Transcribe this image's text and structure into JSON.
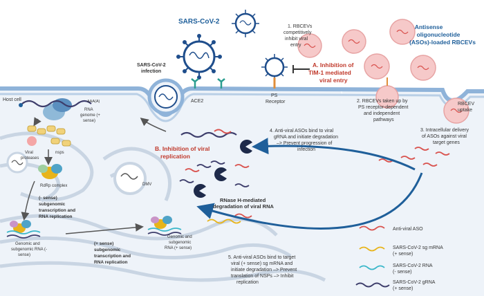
{
  "labels": {
    "virus": "SARS-CoV-2",
    "infection_1": "SARS-CoV-2",
    "infection_2": "infection",
    "ace2": "ACE2",
    "host_cell": "Host cell",
    "ps_receptor_1": "PS",
    "ps_receptor_2": "Receptor",
    "rbcev_uptake_1": "RBCEV",
    "rbcev_uptake_2": "uptake",
    "aso_title_1": "Antisense",
    "aso_title_2": "oligonucleotide",
    "aso_title_3": "(ASOs)-loaded RBCEVs",
    "step1_1": "1. RBCEVs",
    "step1_2": "competitively",
    "step1_3": "inhibit viral",
    "step1_4": "entry",
    "inhibA_1": "A. Inhibition of",
    "inhibA_2": "TIM-1 mediated",
    "inhibA_3": "viral entry",
    "step2_1": "2. RBCEVs taken up by",
    "step2_2": "PS receptor-dependent",
    "step2_3": "and independent",
    "step2_4": "pathways",
    "step3_1": "3. Intracellular delivery",
    "step3_2": "of ASOs against viral",
    "step3_3": "target genes",
    "step4_1": "4. Anti-viral ASOs bind to viral",
    "step4_2": "gRNA and initiate degradation",
    "step4_3": "–> Prevent progression of",
    "step4_4": "infection",
    "inhibB_1": "B. Inhibition of viral",
    "inhibB_2": "replication",
    "rnase_1": "RNase H-mediated",
    "rnase_2": "degradation of viral RNA",
    "step5_1": "5. Anti-viral ASOs bind to target",
    "step5_2": "viral (+ sense) sg mRNA and",
    "step5_3": "initiate degradation –> Prevent",
    "step5_4": "translation of NSPs –> Inhibit",
    "step5_5": "replication",
    "polya": "AAA(A)",
    "rna_genome_1": "RNA",
    "rna_genome_2": "genome (+",
    "rna_genome_3": "sense)",
    "viral_prot_1": "Viral",
    "viral_prot_2": "proteases",
    "nsps": "nsps",
    "rdrp": "RdRp complex",
    "minus_sense_1": "(- sense)",
    "minus_sense_2": "subgenomic",
    "minus_sense_3": "transcription and",
    "minus_sense_4": "RNA replication",
    "genomic_minus_1": "Genomic and",
    "genomic_minus_2": "subgenomic RNA (-",
    "genomic_minus_3": "sense)",
    "plus_sense_1": "(+ sense)",
    "plus_sense_2": "subgenomic",
    "plus_sense_3": "transcription and",
    "plus_sense_4": "RNA replication",
    "genomic_plus_1": "Genomic and",
    "genomic_plus_2": "subgenomic",
    "genomic_plus_3": "RNA (+ sense)",
    "dmv": "DMV"
  },
  "legend": [
    {
      "label_1": "Anti-viral ASO",
      "label_2": "",
      "color": "#d9534f"
    },
    {
      "label_1": "SARS-CoV-2 sg mRNA",
      "label_2": "(+ sense)",
      "color": "#e8b41a"
    },
    {
      "label_1": "SARS-CoV-2 RNA",
      "label_2": "(- sense)",
      "color": "#3ab7c9"
    },
    {
      "label_1": "SARS-CoV-2 gRNA",
      "label_2": "(+ sense)",
      "color": "#3d3d6b"
    }
  ],
  "colors": {
    "membrane": "#8fb3d9",
    "cell": "#eef3f9",
    "rbcev": "#f6c9c9",
    "virus": "#1f4e8c",
    "arrow": "#1f5f9a",
    "red_label": "#c0392b"
  }
}
